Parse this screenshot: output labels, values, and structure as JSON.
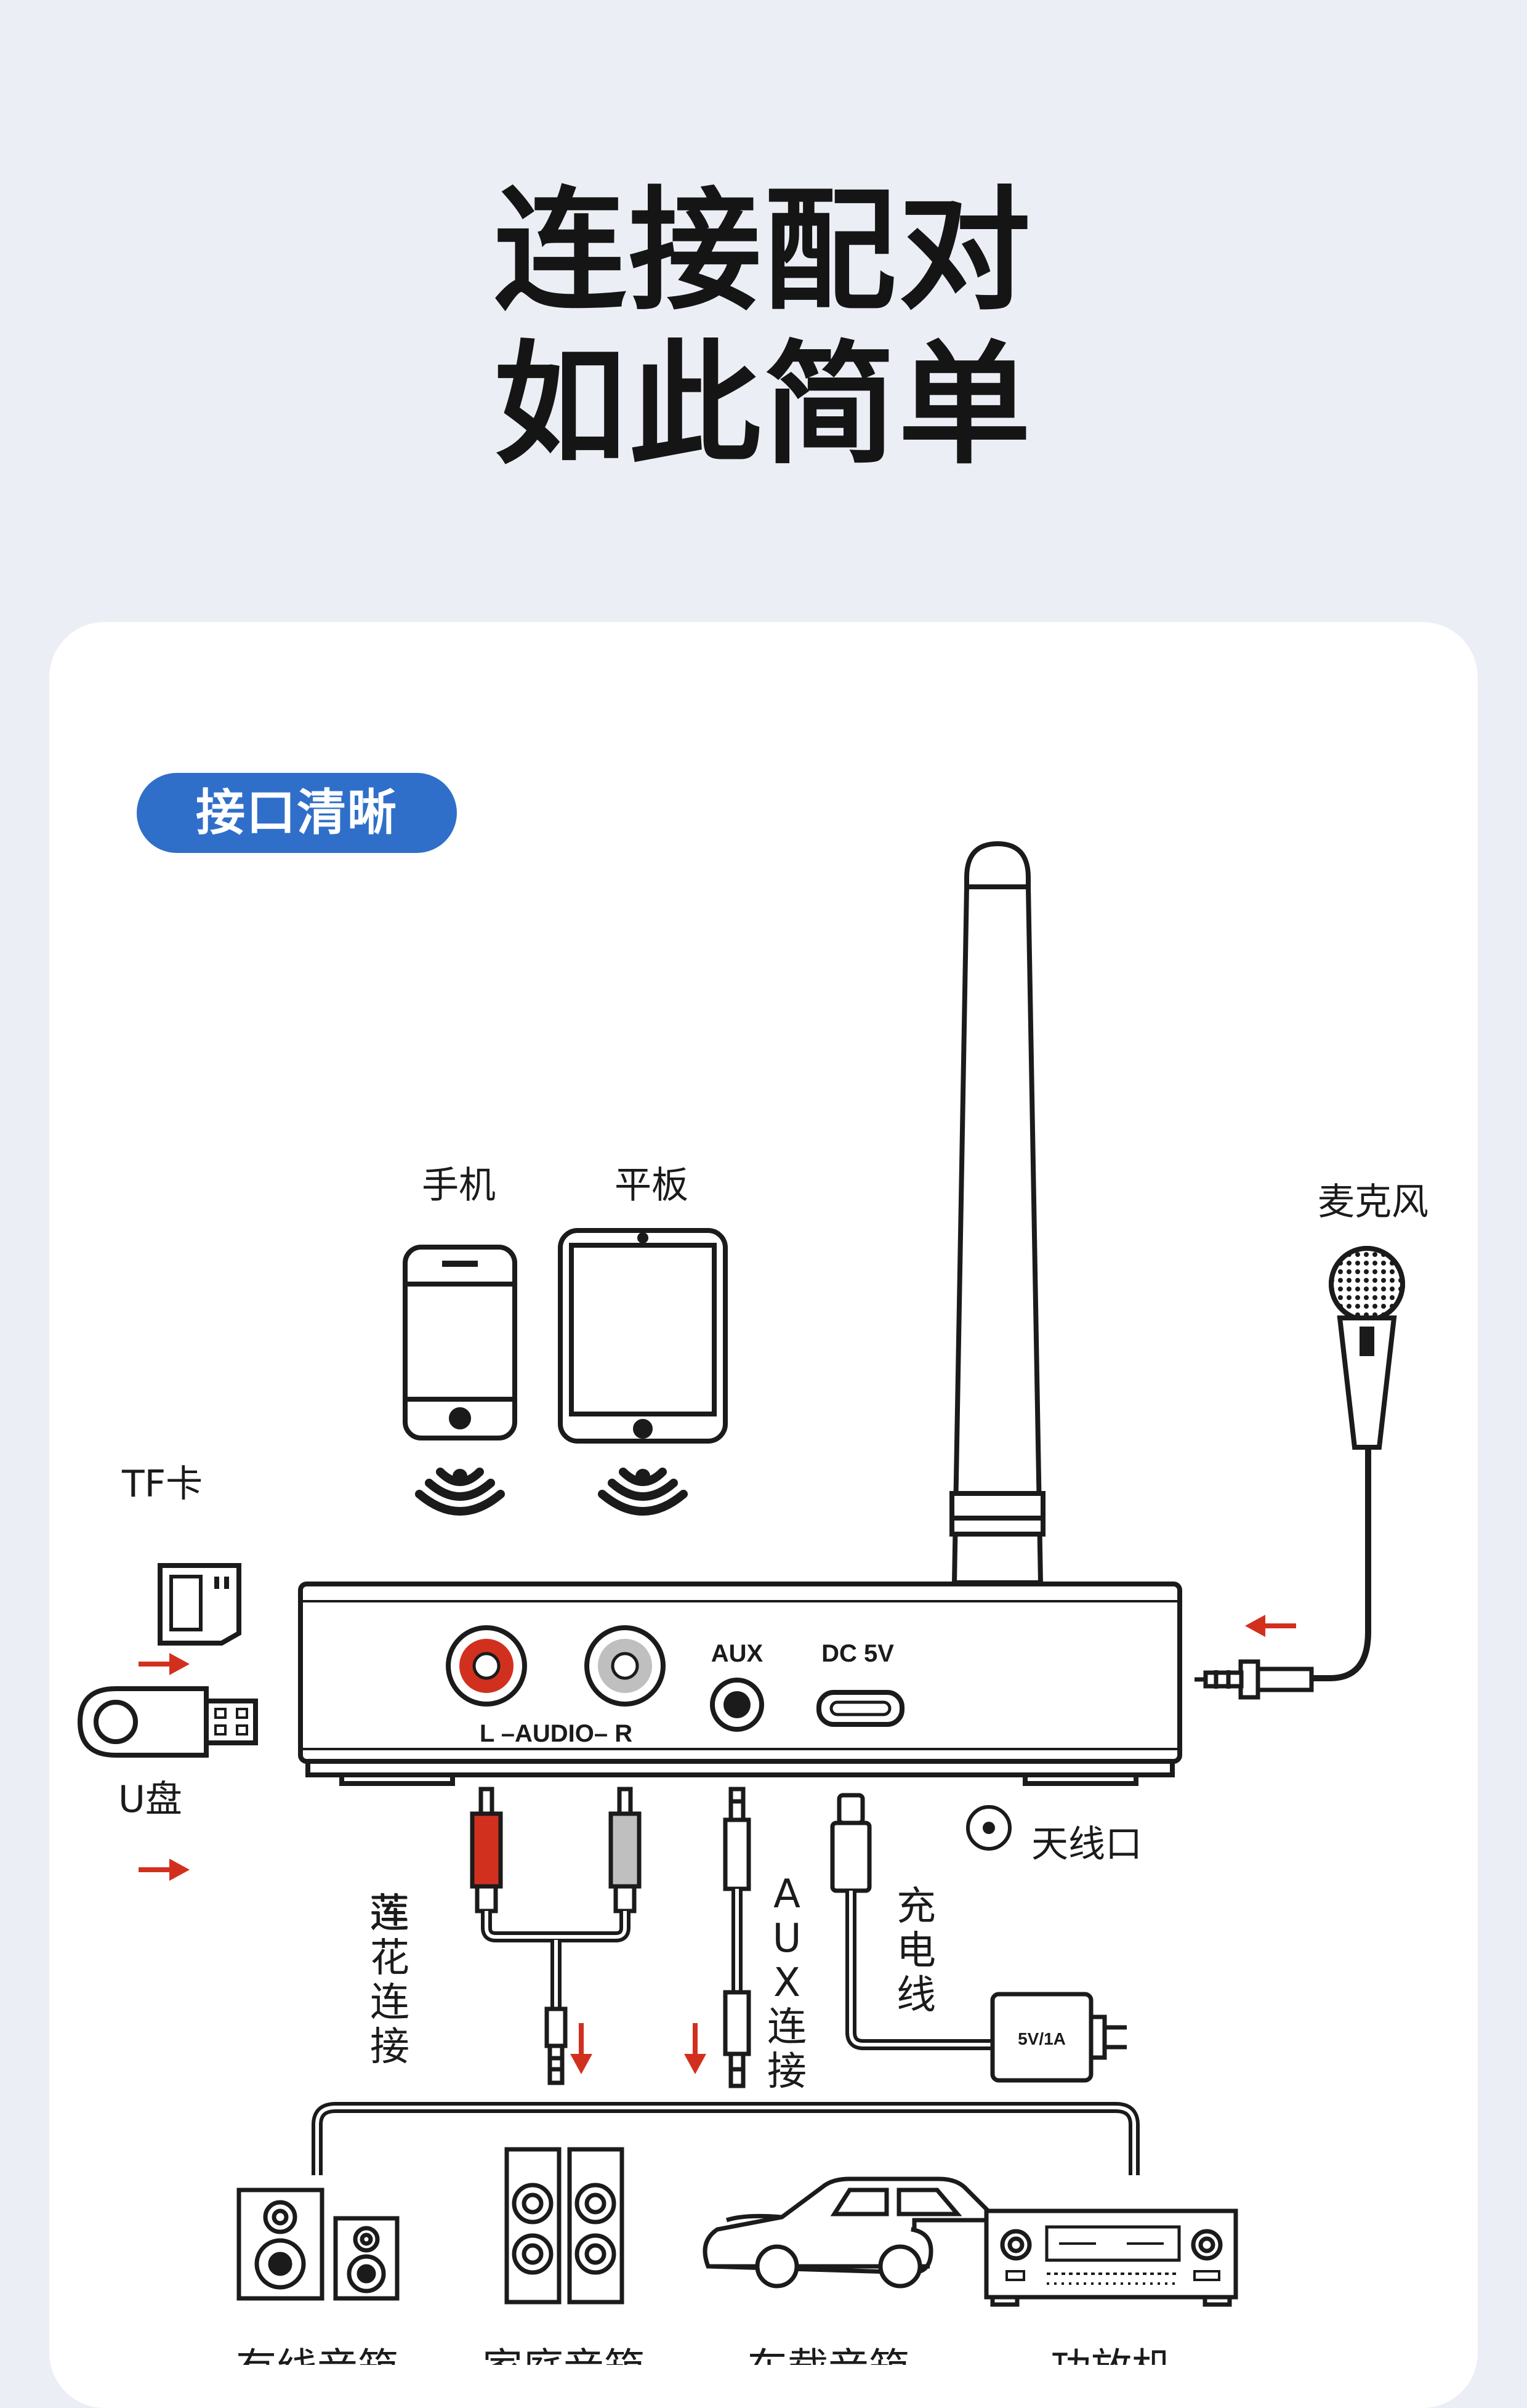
{
  "headline": {
    "line1": "连接配对",
    "line2": "如此简单"
  },
  "section_badge": "接口清晰",
  "colors": {
    "background": "#eceef5",
    "card": "#ffffff",
    "badge": "#2f6fc9",
    "accent_red": "#d2301f",
    "line": "#1b1b1b"
  },
  "devices_top": {
    "phone": "手机",
    "tablet": "平板",
    "microphone": "麦克风"
  },
  "devices_left": {
    "tf_card": "TF卡",
    "usb_drive": "U盘"
  },
  "panel": {
    "audio_label": "L –AUDIO– R",
    "aux_label": "AUX",
    "dc_label": "DC 5V",
    "antenna_port_label": "天线口"
  },
  "cables": {
    "rca_label": "莲花连接",
    "aux_label": "AUX连接",
    "charge_label": "充电线",
    "adapter_label": "5V/1A"
  },
  "outputs": [
    "有线音箱",
    "家庭音箱",
    "车载音箱",
    "功放机"
  ],
  "icons": [
    "phone-icon",
    "tablet-icon",
    "wireless-signal-icon",
    "microphone-icon",
    "tf-card-icon",
    "usb-drive-icon",
    "antenna-icon",
    "speaker-icon",
    "car-icon",
    "amplifier-icon",
    "arrow-icon"
  ]
}
